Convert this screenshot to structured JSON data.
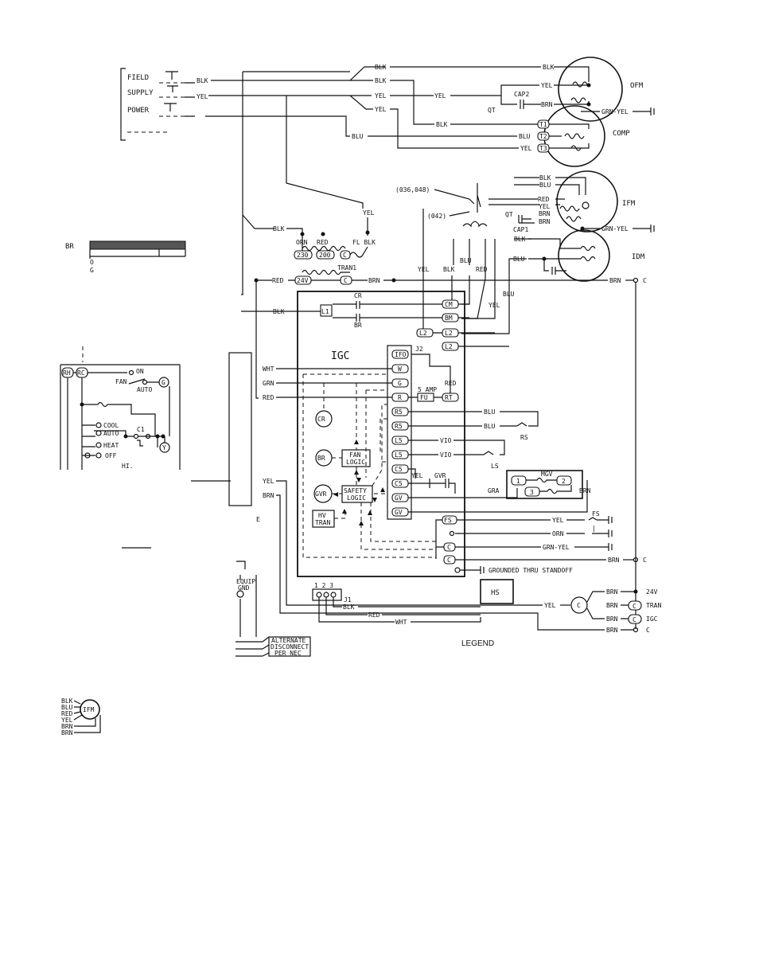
{
  "field_supply": {
    "line1": "FIELD",
    "line2": "SUPPLY",
    "line3": "POWER"
  },
  "wires": {
    "blk": "BLK",
    "yel": "YEL",
    "blu": "BLU",
    "red": "RED",
    "brn": "BRN",
    "orn": "ORN",
    "wht": "WHT",
    "grn": "GRN",
    "gra": "GRA",
    "vio": "VIO",
    "grn_yel": "GRN-YEL"
  },
  "components": {
    "ofm": "OFM",
    "comp": "COMP",
    "ifm": "IFM",
    "idm": "IDM",
    "cap1": "CAP1",
    "cap2": "CAP2",
    "qt": "QT",
    "tran1": "TRAN1",
    "fl_blk": "FL BLK",
    "igc": "IGC",
    "j1": "J1",
    "j2": "J2",
    "hs": "HS",
    "mgv": "MGV",
    "rs": "RS",
    "ls": "LS",
    "fs": "FS",
    "cr": "CR",
    "br": "BR",
    "gvr": "GVR",
    "hv_tran_1": "HV",
    "hv_tran_2": "TRAN",
    "fan_logic_1": "FAN",
    "fan_logic_2": "LOGIC",
    "safety_logic_1": "SAFETY",
    "safety_logic_2": "LOGIC",
    "fuse": "5 AMP",
    "fu": "FU",
    "grounded": "GROUNDED THRU STANDOFF",
    "c": "C",
    "tran": "TRAN",
    "v24": "24V",
    "models_a": "(036,048)",
    "models_b": "(042)",
    "j1_pins": "1 2 3"
  },
  "terminals": {
    "t1": "T1",
    "t2": "T2",
    "t3": "T3",
    "l1": "L1",
    "l2": "L2",
    "cm": "CM",
    "bm": "BM",
    "ifo": "IFO",
    "w": "W",
    "g": "G",
    "r": "R",
    "rt": "RT",
    "r1": "R5",
    "r2": "R5",
    "l1s": "L5",
    "l2s": "L5",
    "c1s": "C5",
    "c2s": "C5",
    "gv1": "GV",
    "gv2": "GV",
    "fsl": "FS",
    "cc": "C",
    "tap230": "230",
    "tap200": "200",
    "tap24": "24V",
    "tapc": "C",
    "mgv1": "1",
    "mgv2": "2",
    "mgv3": "3"
  },
  "thermostat": {
    "rh": "RH",
    "rc": "RC",
    "fan": "FAN",
    "on": "ON",
    "auto": "AUTO",
    "cool": "COOL",
    "auto2": "AUTO",
    "heat": "HEAT",
    "off": "OFF",
    "c1": "C1",
    "g": "G",
    "y": "Y",
    "hi": "HI."
  },
  "left_misc": {
    "br": "BR",
    "o": "O",
    "g": "G",
    "e": "E",
    "equip_gnd_1": "EQUIP",
    "equip_gnd_2": "GND"
  },
  "disconnect": {
    "line1": "ALTERNATE",
    "line2": "DISCONNECT",
    "line3": "PER NEC"
  },
  "legend": {
    "title": "LEGEND",
    "ifm_wires": [
      "BLK",
      "BLU",
      "RED",
      "YEL",
      "BRN",
      "BRN"
    ],
    "ifm": "IFM"
  }
}
